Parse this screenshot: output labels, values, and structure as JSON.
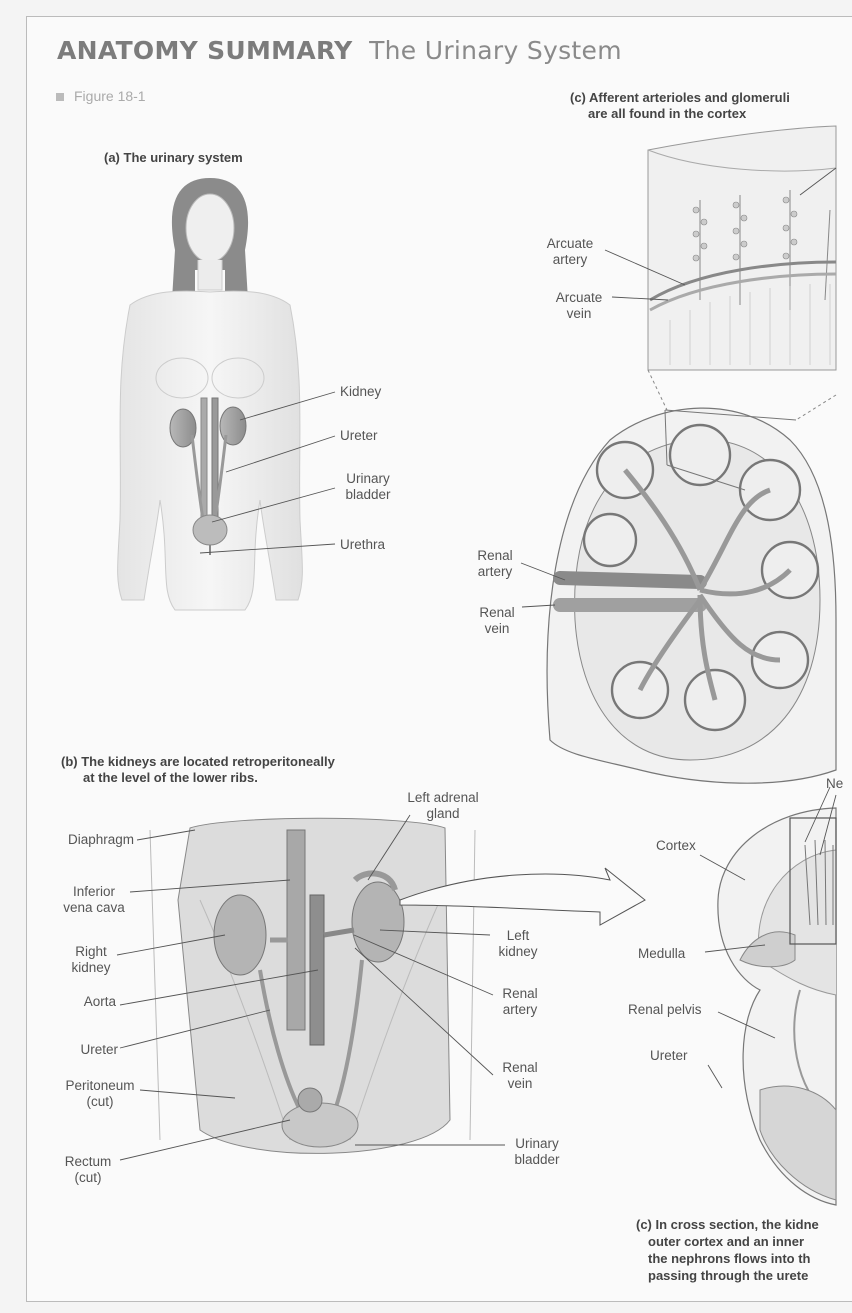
{
  "header": {
    "title_bold": "ANATOMY SUMMARY",
    "title_rest": "The Urinary System",
    "figure": "Figure 18-1"
  },
  "panel_a": {
    "caption": "(a) The urinary system",
    "labels": {
      "kidney": "Kidney",
      "ureter": "Ureter",
      "bladder_1": "Urinary",
      "bladder_2": "bladder",
      "urethra": "Urethra"
    }
  },
  "panel_c_top": {
    "caption_1": "(c) Afferent arterioles and glomeruli",
    "caption_2": "are all found in the cortex",
    "labels": {
      "arcuate_artery_1": "Arcuate",
      "arcuate_artery_2": "artery",
      "arcuate_vein_1": "Arcuate",
      "arcuate_vein_2": "vein",
      "renal_artery_1": "Renal",
      "renal_artery_2": "artery",
      "renal_vein_1": "Renal",
      "renal_vein_2": "vein"
    }
  },
  "panel_b": {
    "caption_1": "(b) The kidneys are located retroperitoneally",
    "caption_2": "at the level of the lower ribs.",
    "labels": {
      "left_adrenal_1": "Left adrenal",
      "left_adrenal_2": "gland",
      "diaphragm": "Diaphragm",
      "ivc_1": "Inferior",
      "ivc_2": "vena cava",
      "right_kidney_1": "Right",
      "right_kidney_2": "kidney",
      "aorta": "Aorta",
      "ureter": "Ureter",
      "peritoneum_1": "Peritoneum",
      "peritoneum_2": "(cut)",
      "rectum_1": "Rectum",
      "rectum_2": "(cut)",
      "left_kidney_1": "Left",
      "left_kidney_2": "kidney",
      "renal_artery_1": "Renal",
      "renal_artery_2": "artery",
      "renal_vein_1": "Renal",
      "renal_vein_2": "vein",
      "bladder_1": "Urinary",
      "bladder_2": "bladder"
    }
  },
  "panel_c_bottom": {
    "labels": {
      "ne": "Ne",
      "cortex": "Cortex",
      "medulla": "Medulla",
      "renal_pelvis": "Renal pelvis",
      "ureter": "Ureter"
    },
    "caption_lines": [
      "(c) In cross section, the kidne",
      "outer cortex and an inner",
      "the nephrons flows into th",
      "passing through the urete"
    ]
  }
}
